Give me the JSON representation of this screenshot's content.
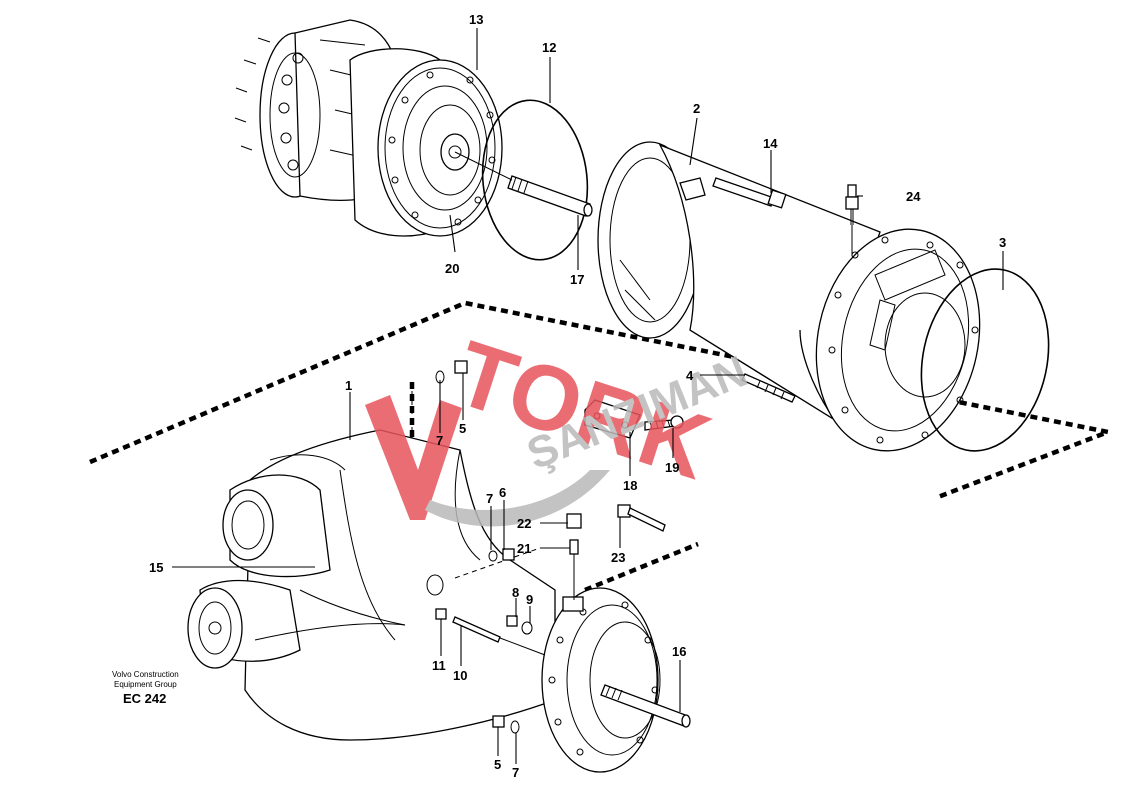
{
  "watermark": {
    "brand": "TORK",
    "subtitle": "ŞANZIMAN",
    "color_primary": "#e8545c",
    "color_secondary": "#b9b9b9"
  },
  "footer": {
    "company_line1": "Volvo Construction",
    "company_line2": "Equipment Group",
    "code": "EC 242"
  },
  "callouts": {
    "c1": "1",
    "c2": "2",
    "c3": "3",
    "c4": "4",
    "c5a": "5",
    "c5b": "5",
    "c6": "6",
    "c7a": "7",
    "c7b": "7",
    "c7c": "7",
    "c8": "8",
    "c9": "9",
    "c10": "10",
    "c11": "11",
    "c12": "12",
    "c13": "13",
    "c14": "14",
    "c15": "15",
    "c16": "16",
    "c17": "17",
    "c18": "18",
    "c19": "19",
    "c20": "20",
    "c21": "21",
    "c22": "22",
    "c23": "23",
    "c24": "24"
  }
}
